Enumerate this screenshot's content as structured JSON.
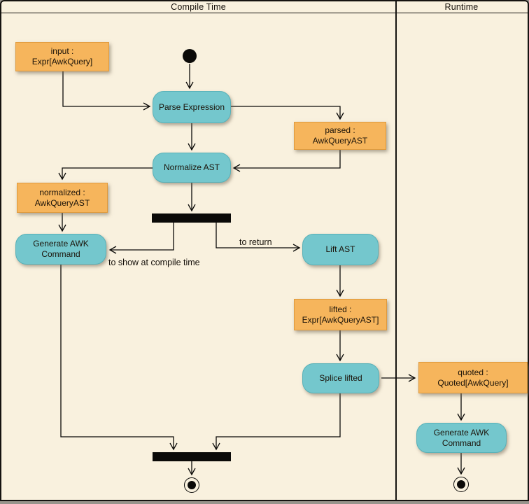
{
  "lanes": {
    "compile": {
      "label": "Compile Time"
    },
    "runtime": {
      "label": "Runtime"
    }
  },
  "nodes": {
    "input_obj": {
      "label": "input :\nExpr[AwkQuery]"
    },
    "parse": {
      "label": "Parse Expression"
    },
    "parsed_obj": {
      "label": "parsed :\nAwkQueryAST"
    },
    "normalize": {
      "label": "Normalize AST"
    },
    "normalized_obj": {
      "label": "normalized :\nAwkQueryAST"
    },
    "generate_compile": {
      "label": "Generate AWK\nCommand"
    },
    "lift": {
      "label": "Lift AST"
    },
    "lifted_obj": {
      "label": "lifted :\nExpr[AwkQueryAST]"
    },
    "splice": {
      "label": "Splice lifted"
    },
    "quoted_obj": {
      "label": "quoted :\nQuoted[AwkQuery]"
    },
    "generate_runtime": {
      "label": "Generate AWK\nCommand"
    }
  },
  "edge_labels": {
    "to_return": "to return",
    "to_show": "to show at compile time"
  },
  "colors": {
    "bg": "#f9f1de",
    "object_fill": "#f6b55c",
    "object_border": "#e09a3c",
    "activity_fill": "#74c7cd",
    "activity_border": "#58b1b8",
    "line": "#0b0a08"
  }
}
